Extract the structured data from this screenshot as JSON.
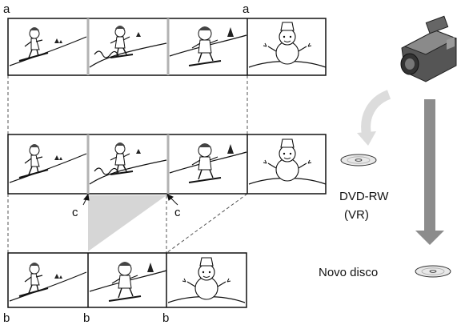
{
  "markers": {
    "a": "a",
    "b": "b",
    "c": "c"
  },
  "disc_labels": {
    "dvd_rw": "DVD-RW",
    "vr_mode": "(VR)",
    "new_disc": "Novo disco"
  },
  "colors": {
    "frame_border": "#111111",
    "scene_divider": "#b3b3b3",
    "deleted_region": "#d6d6d6",
    "arrow_light": "#dcdcdc",
    "arrow_dark": "#8c8c8c"
  },
  "icons": {
    "camcorder": "camcorder-icon",
    "disc": "disc-icon"
  }
}
